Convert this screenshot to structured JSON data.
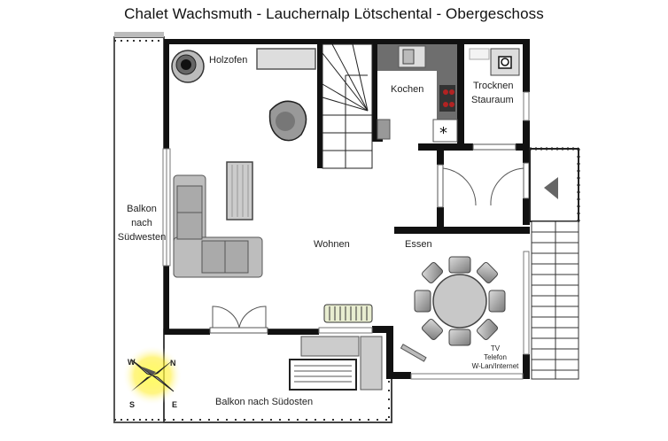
{
  "title": "Chalet Wachsmuth - Lauchernalp Lötschental - Obergeschoss",
  "rooms": {
    "holzofen": "Holzofen",
    "kochen": "Kochen",
    "trocknen": "Trocknen",
    "stauraum": "Stauraum",
    "wohnen": "Wohnen",
    "essen": "Essen",
    "balkon_sw_line1": "Balkon",
    "balkon_sw_line2": "nach",
    "balkon_sw_line3": "Südwesten",
    "balkon_so": "Balkon nach Südosten"
  },
  "annotations": {
    "tv": "TV",
    "telefon": "Telefon",
    "wlan": "W-Lan/Internet"
  },
  "compass": {
    "n": "N",
    "e": "E",
    "s": "S",
    "w": "W"
  },
  "colors": {
    "wall": "#111111",
    "furniture": "#9a9a9a",
    "kitchen_counter": "#6e6e6e",
    "stove": "#b22222",
    "compass_glow": "#ffee33"
  }
}
